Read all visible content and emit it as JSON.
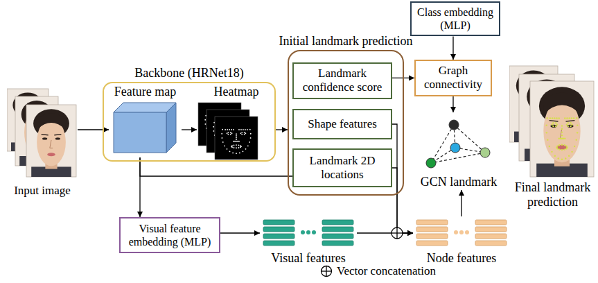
{
  "diagram": {
    "nodes": [
      {
        "text": [
          "Input image"
        ]
      },
      {
        "text": [
          "Backbone (HRNet18)"
        ]
      },
      {
        "text": [
          "Feature map"
        ],
        "in": 1
      },
      {
        "text": [
          "Heatmap"
        ],
        "in": 1
      },
      {
        "text": [
          "Initial landmark prediction"
        ]
      },
      {
        "text": [
          "Landmark confidence score"
        ],
        "in": 4
      },
      {
        "text": [
          "Shape features"
        ],
        "in": 4
      },
      {
        "text": [
          "Landmark 2D locations"
        ],
        "in": 4
      },
      {
        "text": [
          "Class embedding (MLP)"
        ]
      },
      {
        "text": [
          "Graph connectivity"
        ]
      },
      {
        "text": [
          "GCN landmark"
        ]
      },
      {
        "text": [
          "Final landmark prediction"
        ]
      },
      {
        "text": [
          "Visual feature embedding (MLP)"
        ]
      },
      {
        "text": [
          "Visual features"
        ]
      },
      {
        "text": [
          "Node features"
        ]
      }
    ],
    "edges": [
      {
        "from": 0,
        "to": 2,
        "arrow": "to"
      },
      {
        "from": 2,
        "to": 3,
        "arrow": "to"
      },
      {
        "from": 3,
        "to": 4,
        "arrow": "to"
      },
      {
        "from": 2,
        "to": 12,
        "arrow": "to"
      },
      {
        "from": 2,
        "to": 7,
        "arrow": "none"
      },
      {
        "from": 12,
        "to": 13,
        "arrow": "to"
      },
      {
        "from": 5,
        "to": 9,
        "arrow": "to"
      },
      {
        "from": 8,
        "to": 9,
        "arrow": "to"
      },
      {
        "from": 9,
        "to": 10,
        "arrow": "to"
      },
      {
        "from": 6,
        "to": 14,
        "arrow": "to"
      },
      {
        "from": 7,
        "to": 14,
        "arrow": "to"
      },
      {
        "from": 13,
        "to": 14,
        "arrow": "to"
      },
      {
        "from": 14,
        "to": 10,
        "arrow": "to"
      }
    ],
    "legend": [
      {
        "text": "Vector concatenation"
      }
    ]
  }
}
